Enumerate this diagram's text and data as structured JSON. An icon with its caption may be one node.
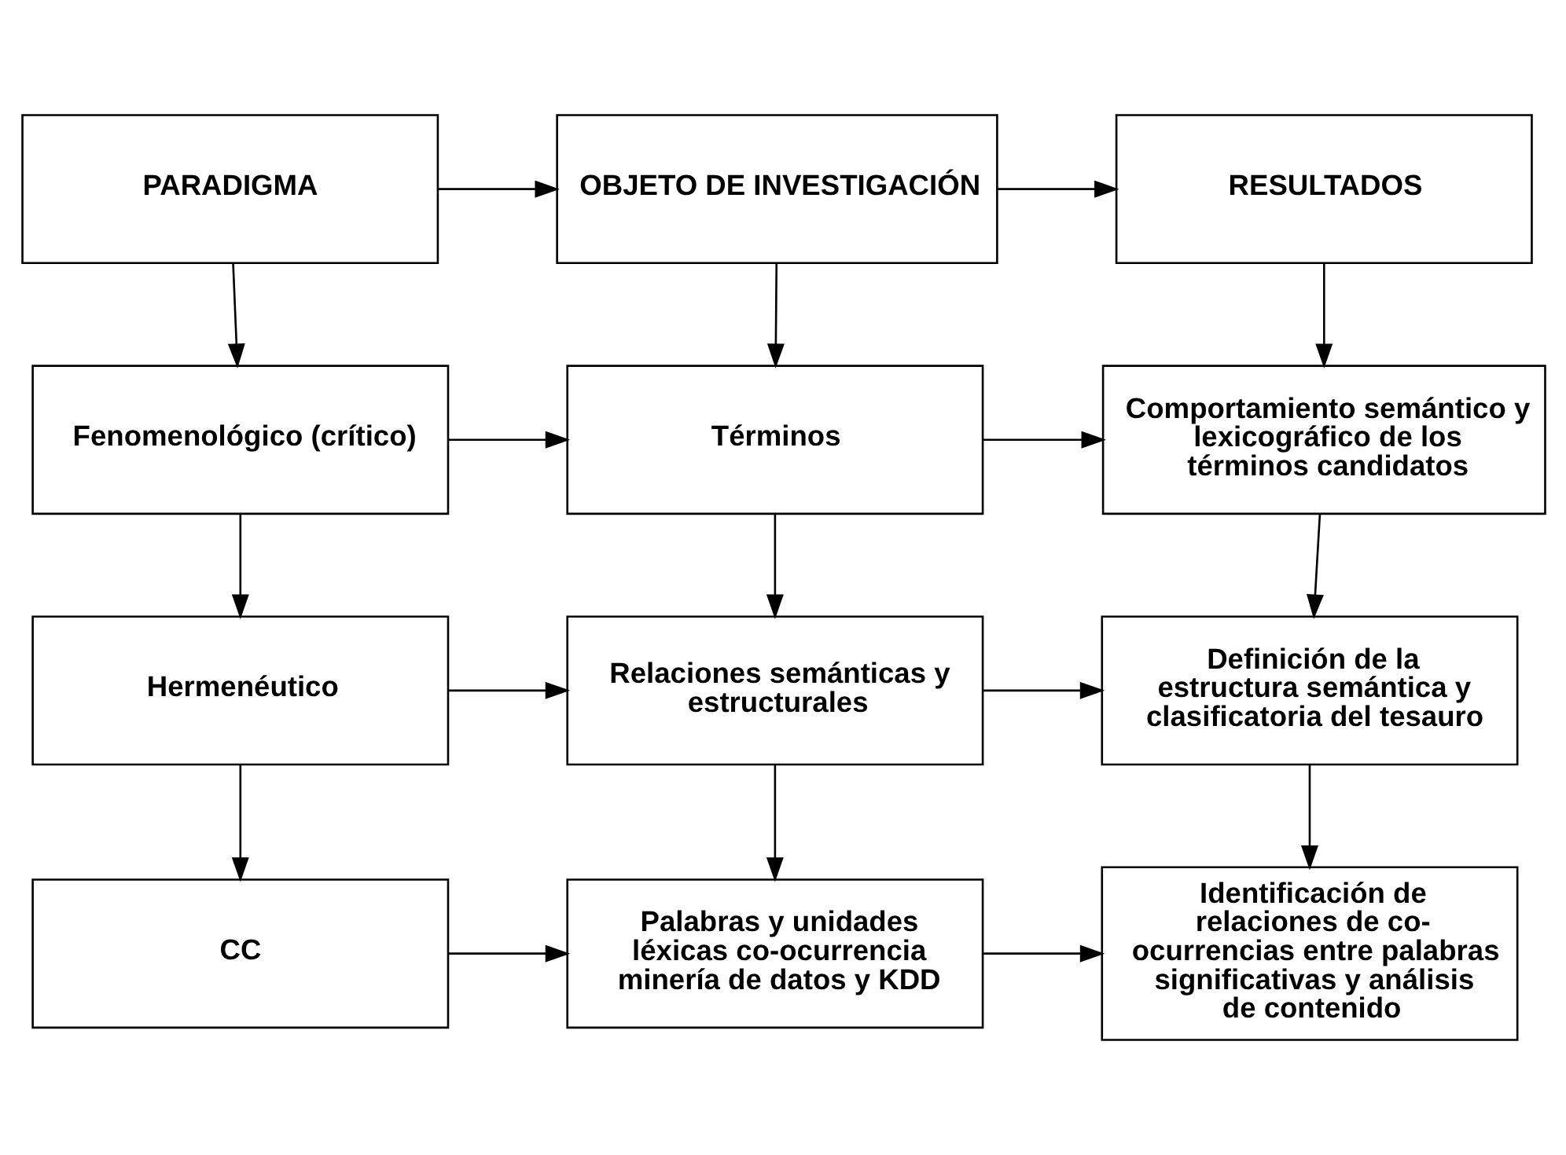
{
  "diagram": {
    "nodes": [
      {
        "text": [
          "PARADIGMA"
        ]
      },
      {
        "text": [
          "OBJETO DE INVESTIGACIÓN"
        ]
      },
      {
        "text": [
          "RESULTADOS"
        ]
      },
      {
        "text": [
          "Fenomenológico (crítico)"
        ]
      },
      {
        "text": [
          "Términos"
        ]
      },
      {
        "text": [
          "Comportamiento semántico y lexicográfico de los términos candidatos"
        ]
      },
      {
        "text": [
          "Hermenéutico"
        ]
      },
      {
        "text": [
          "Relaciones semánticas y estructurales"
        ]
      },
      {
        "text": [
          "Definición de la estructura semántica y clasificatoria del tesauro"
        ]
      },
      {
        "text": [
          "CC"
        ]
      },
      {
        "text": [
          "Palabras y unidades léxicas co-ocurrencia minería de datos y KDD"
        ]
      },
      {
        "text": [
          "Identificación de relaciones de co-ocurrencias entre palabras significativas y análisis de contenido"
        ]
      }
    ],
    "edges": [
      {
        "from": 0,
        "to": 1,
        "arrow": "to"
      },
      {
        "from": 1,
        "to": 2,
        "arrow": "to"
      },
      {
        "from": 0,
        "to": 3,
        "arrow": "to"
      },
      {
        "from": 1,
        "to": 4,
        "arrow": "to"
      },
      {
        "from": 2,
        "to": 5,
        "arrow": "to"
      },
      {
        "from": 3,
        "to": 4,
        "arrow": "to"
      },
      {
        "from": 4,
        "to": 5,
        "arrow": "to"
      },
      {
        "from": 3,
        "to": 6,
        "arrow": "to"
      },
      {
        "from": 4,
        "to": 7,
        "arrow": "to"
      },
      {
        "from": 5,
        "to": 8,
        "arrow": "to"
      },
      {
        "from": 6,
        "to": 7,
        "arrow": "to"
      },
      {
        "from": 7,
        "to": 8,
        "arrow": "to"
      },
      {
        "from": 6,
        "to": 9,
        "arrow": "to"
      },
      {
        "from": 7,
        "to": 10,
        "arrow": "to"
      },
      {
        "from": 8,
        "to": 11,
        "arrow": "to"
      },
      {
        "from": 9,
        "to": 10,
        "arrow": "to"
      },
      {
        "from": 10,
        "to": 11,
        "arrow": "to"
      }
    ]
  }
}
